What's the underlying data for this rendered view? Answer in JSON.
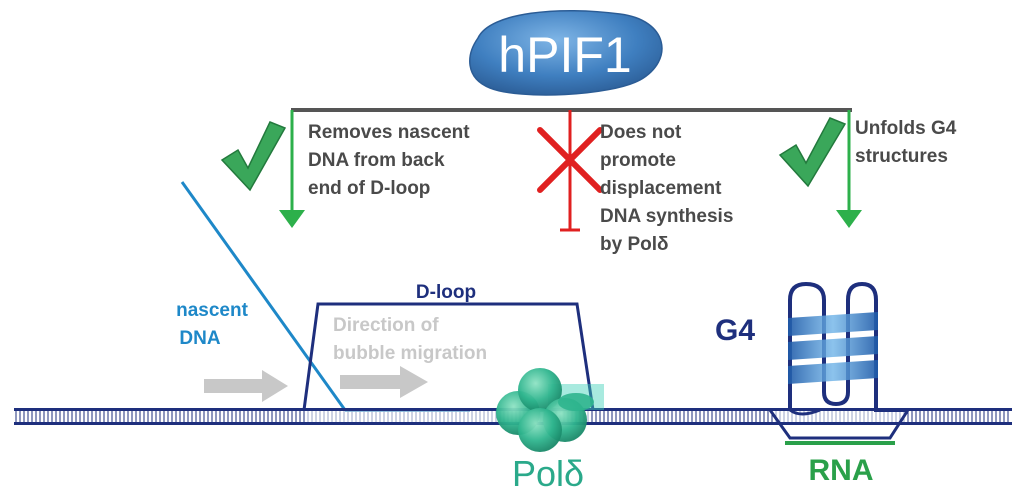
{
  "protein": {
    "label": "hPIF1"
  },
  "functions": [
    {
      "lines": [
        "Removes nascent",
        "DNA from back",
        "end of D-loop"
      ],
      "status": "check-icon"
    },
    {
      "lines": [
        "Does not",
        "promote",
        "displacement",
        "DNA synthesis",
        "by Polδ"
      ],
      "status": "cross-icon"
    },
    {
      "lines": [
        "Unfolds G4",
        "structures"
      ],
      "status": "check-icon"
    }
  ],
  "labels": {
    "nascent_1": "nascent",
    "nascent_2": "DNA",
    "dloop": "D-loop",
    "migration_1": "Direction of",
    "migration_2": "bubble migration",
    "g4": "G4",
    "rna": "RNA",
    "pol": "Polδ"
  },
  "colors": {
    "dna_dark": "#1e2f7d",
    "dna_light": "#1e88c8",
    "check_green": "#3aa75a",
    "arrow_green": "#2db04b",
    "inhibit_red": "#e02020",
    "text_gray": "#4a4a4a",
    "arrow_gray": "#c8c8c8",
    "pol_teal": "#2aa98a",
    "rna_green": "#2aa04a",
    "protein_blue": "#3f7fc0"
  }
}
